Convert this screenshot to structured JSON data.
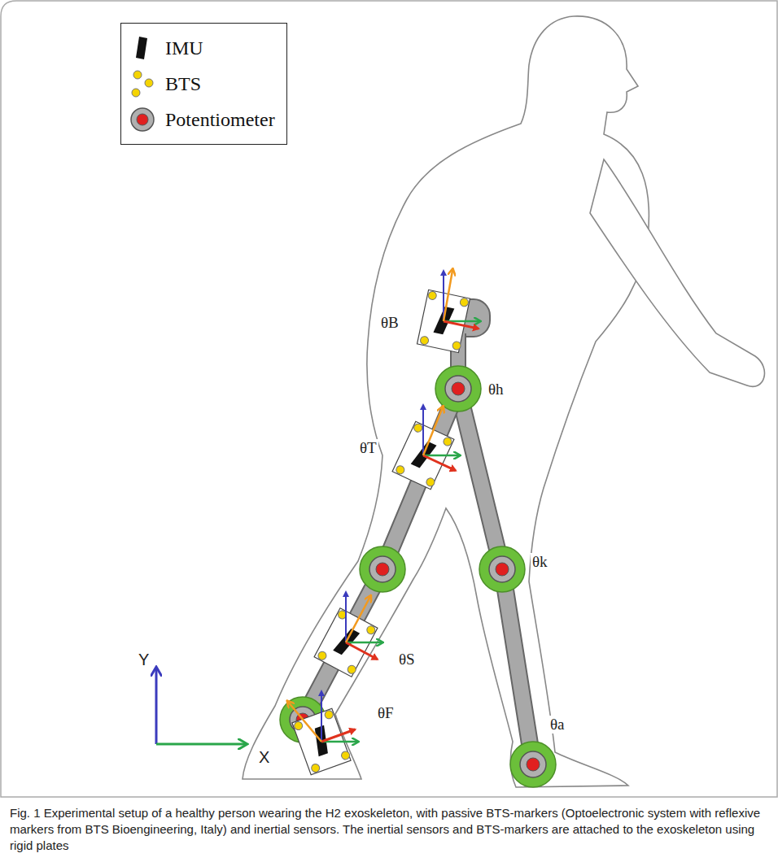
{
  "diagram": {
    "caption": "Fig. 1 Experimental setup of a healthy person wearing the H2 exoskeleton, with passive BTS-markers (Optoelectronic system with reflexive markers from BTS Bioengineering, Italy) and inertial sensors. The inertial sensors and BTS-markers are attached to the exoskeleton using rigid plates",
    "labels": [
      "θB",
      "θh",
      "θT",
      "θk",
      "θS",
      "θF",
      "θa",
      "Y",
      "X"
    ],
    "legend": [
      {
        "text": "IMU"
      },
      {
        "text": "BTS"
      },
      {
        "text": "Potentiometer"
      }
    ]
  }
}
